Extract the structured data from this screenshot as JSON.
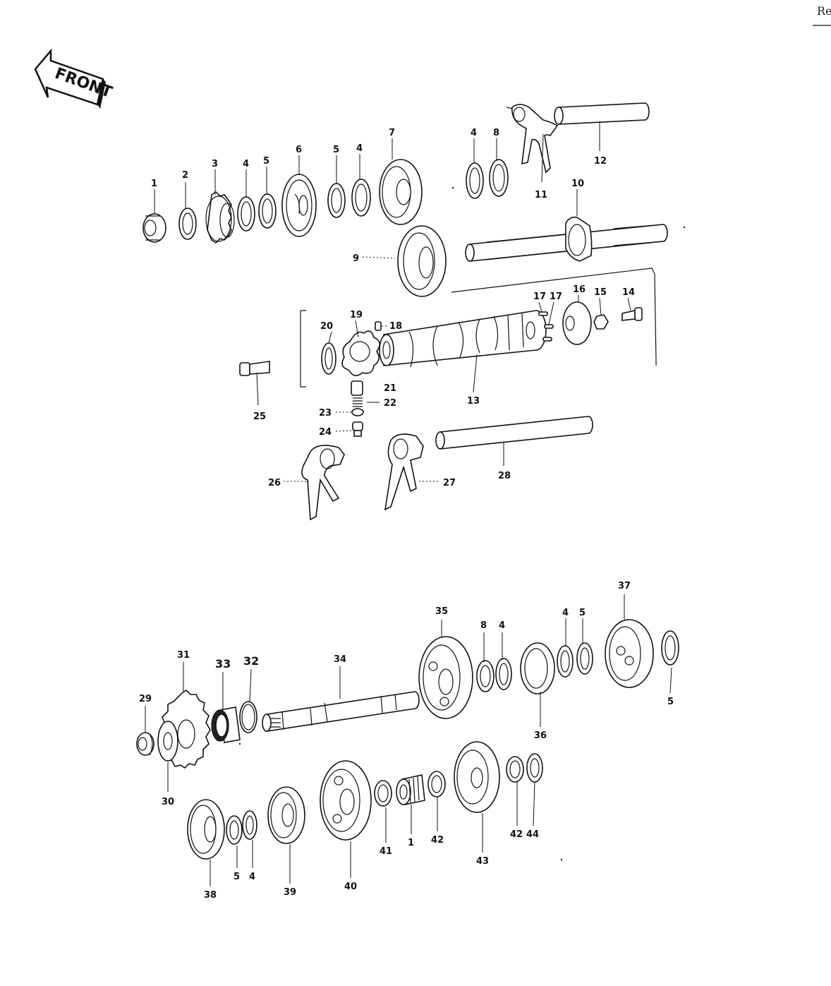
{
  "corner_text": "Re",
  "front_label": "FRONT",
  "labels": [
    {
      "id": "1",
      "text": "1"
    },
    {
      "id": "2",
      "text": "2"
    },
    {
      "id": "3",
      "text": "3"
    },
    {
      "id": "4a",
      "text": "4"
    },
    {
      "id": "5a",
      "text": "5"
    },
    {
      "id": "6",
      "text": "6"
    },
    {
      "id": "5b",
      "text": "5"
    },
    {
      "id": "4b",
      "text": "4"
    },
    {
      "id": "7",
      "text": "7"
    },
    {
      "id": "4c",
      "text": "4"
    },
    {
      "id": "8a",
      "text": "8"
    },
    {
      "id": "11",
      "text": "11"
    },
    {
      "id": "12",
      "text": "12"
    },
    {
      "id": "10",
      "text": "10"
    },
    {
      "id": "9",
      "text": "9"
    },
    {
      "id": "17a",
      "text": "17"
    },
    {
      "id": "17b",
      "text": "17"
    },
    {
      "id": "16",
      "text": "16"
    },
    {
      "id": "15",
      "text": "15"
    },
    {
      "id": "14",
      "text": "14"
    },
    {
      "id": "19",
      "text": "19"
    },
    {
      "id": "18",
      "text": "18"
    },
    {
      "id": "20",
      "text": "20"
    },
    {
      "id": "21",
      "text": "21"
    },
    {
      "id": "22",
      "text": "22"
    },
    {
      "id": "23",
      "text": "23"
    },
    {
      "id": "24",
      "text": "24"
    },
    {
      "id": "13",
      "text": "13"
    },
    {
      "id": "25",
      "text": "25"
    },
    {
      "id": "26",
      "text": "26"
    },
    {
      "id": "27",
      "text": "27"
    },
    {
      "id": "28",
      "text": "28"
    },
    {
      "id": "37",
      "text": "37"
    },
    {
      "id": "35",
      "text": "35"
    },
    {
      "id": "8b",
      "text": "8"
    },
    {
      "id": "4d",
      "text": "4"
    },
    {
      "id": "4e",
      "text": "4"
    },
    {
      "id": "5c",
      "text": "5"
    },
    {
      "id": "5d",
      "text": "5"
    },
    {
      "id": "36",
      "text": "36"
    },
    {
      "id": "34",
      "text": "34"
    },
    {
      "id": "31",
      "text": "31"
    },
    {
      "id": "33",
      "text": "33"
    },
    {
      "id": "32",
      "text": "32"
    },
    {
      "id": "29",
      "text": "29"
    },
    {
      "id": "30",
      "text": "30"
    },
    {
      "id": "38",
      "text": "38"
    },
    {
      "id": "5e",
      "text": "5"
    },
    {
      "id": "4f",
      "text": "4"
    },
    {
      "id": "39",
      "text": "39"
    },
    {
      "id": "40",
      "text": "40"
    },
    {
      "id": "41",
      "text": "41"
    },
    {
      "id": "1b",
      "text": "1"
    },
    {
      "id": "42a",
      "text": "42"
    },
    {
      "id": "43",
      "text": "43"
    },
    {
      "id": "42b",
      "text": "42"
    },
    {
      "id": "44",
      "text": "44"
    }
  ]
}
